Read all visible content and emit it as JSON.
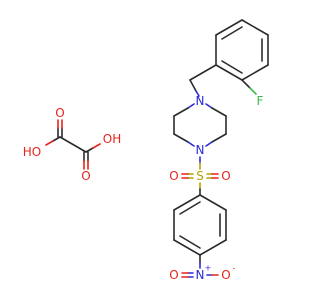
{
  "atoms": {
    "fluorine": "F",
    "nitrogen": "N",
    "sulfur": "S",
    "oxygen": "O",
    "hydroxyl_right": "OH",
    "hydroxyl_left": "HO",
    "plus": "+",
    "minus": "-"
  },
  "colors": {
    "bond": "#2b2b2b",
    "oxygen": "#e8241a",
    "nitrogen": "#2a2ad8",
    "sulfur": "#b3a200",
    "fluorine": "#3cb84a"
  }
}
